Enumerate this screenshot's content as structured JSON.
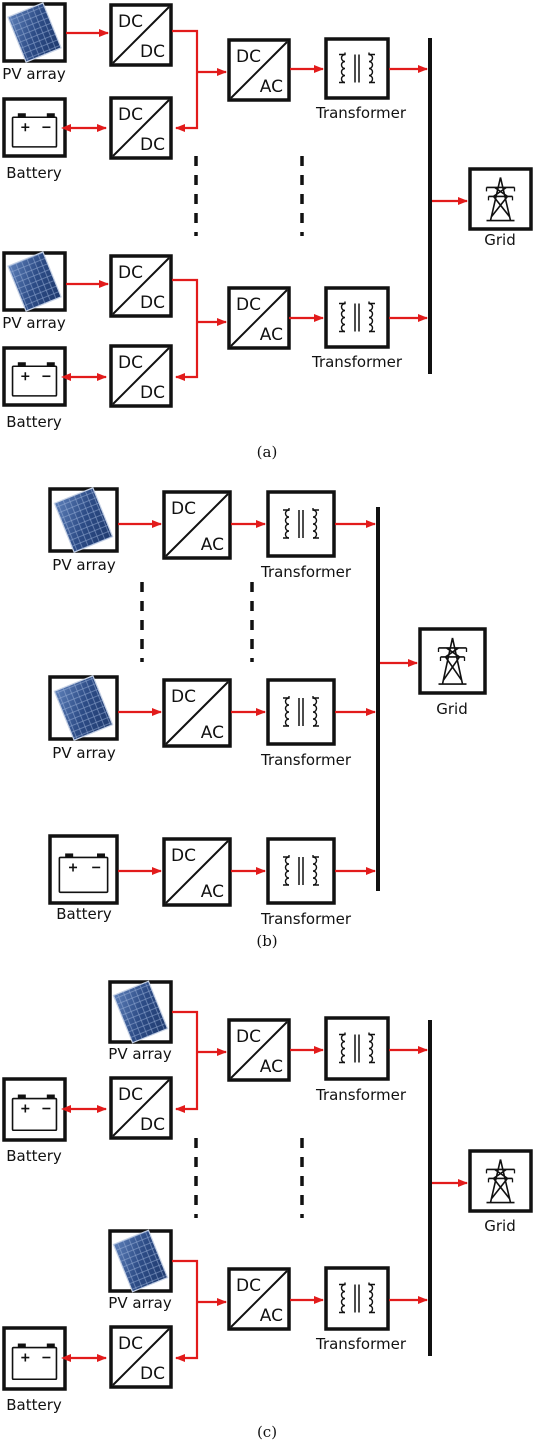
{
  "labels": {
    "pv_array": "PV array",
    "battery": "Battery",
    "transformer": "Transformer",
    "grid": "Grid",
    "dc": "DC",
    "ac": "AC"
  },
  "captions": {
    "a": "(a)",
    "b": "(b)",
    "c": "(c)"
  },
  "colors": {
    "arrow": "#e21b1b",
    "stroke": "#111111",
    "solar_panel": "#2f4f85"
  },
  "icons": [
    "solar-panel-icon",
    "battery-icon",
    "transformer-icon",
    "transmission-tower-icon"
  ]
}
